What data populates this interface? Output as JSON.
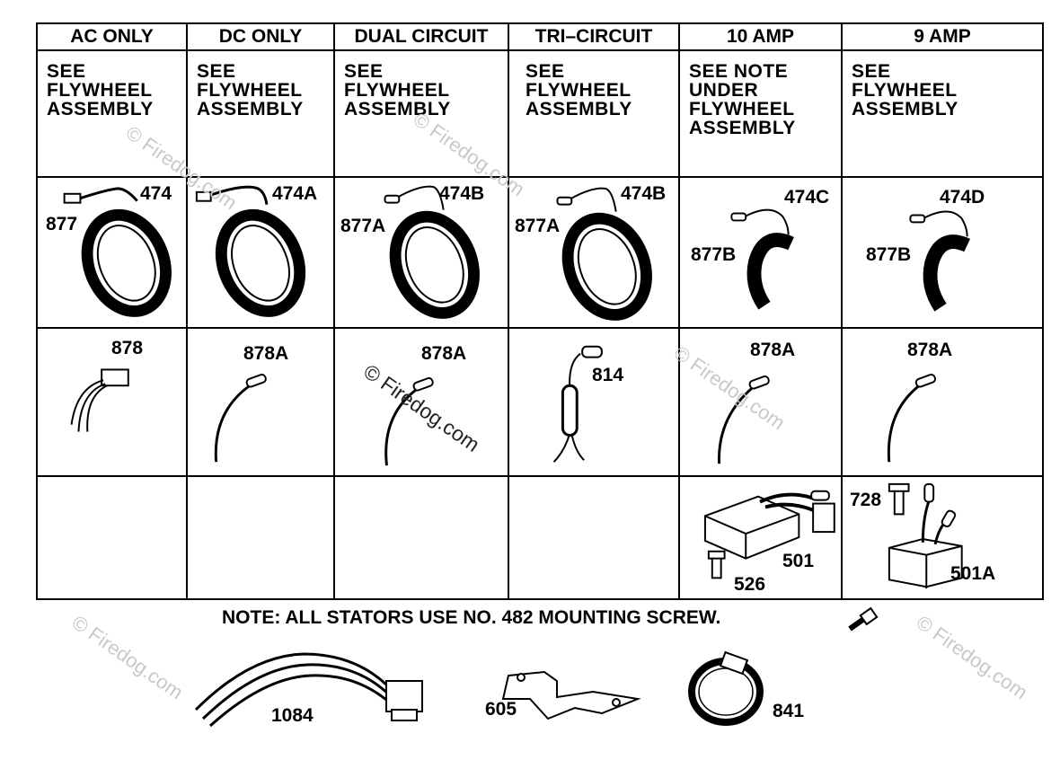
{
  "columns": [
    "AC ONLY",
    "DC ONLY",
    "DUAL CIRCUIT",
    "TRI–CIRCUIT",
    "10 AMP",
    "9 AMP"
  ],
  "notes": [
    [
      "SEE",
      "FLYWHEEL",
      "ASSEMBLY"
    ],
    [
      "SEE",
      "FLYWHEEL",
      "ASSEMBLY"
    ],
    [
      "SEE",
      "FLYWHEEL",
      "ASSEMBLY"
    ],
    [
      "SEE",
      "FLYWHEEL",
      "ASSEMBLY"
    ],
    [
      "SEE NOTE",
      "UNDER",
      "FLYWHEEL",
      "ASSEMBLY"
    ],
    [
      "SEE",
      "FLYWHEEL",
      "ASSEMBLY"
    ]
  ],
  "stators": [
    {
      "part": "474",
      "sub": "877"
    },
    {
      "part": "474A",
      "sub": ""
    },
    {
      "part": "474B",
      "sub": "877A"
    },
    {
      "part": "474B",
      "sub": "877A"
    },
    {
      "part": "474C",
      "sub": "877B"
    },
    {
      "part": "474D",
      "sub": "877B"
    }
  ],
  "harness": [
    "878",
    "878A",
    "878A",
    "814",
    "878A",
    "878A"
  ],
  "regulators": {
    "col5": {
      "part": "501",
      "screw": "526"
    },
    "col6": {
      "part": "501A",
      "screw": "728"
    }
  },
  "note": "NOTE: ALL STATORS USE NO. 482 MOUNTING SCREW.",
  "bottom_parts": {
    "harness": "1084",
    "bracket": "605",
    "clamp": "841"
  },
  "watermark": {
    "brand": "© Firedog.com"
  }
}
